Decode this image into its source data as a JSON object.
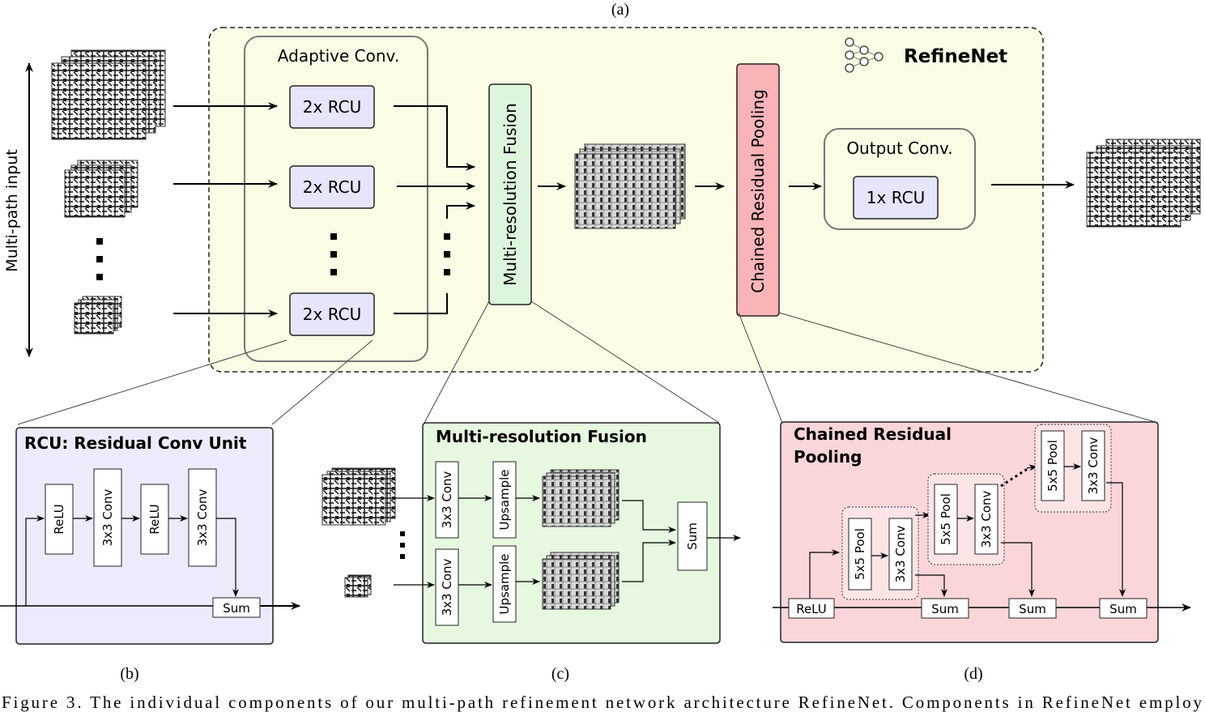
{
  "panel_labels": {
    "a": "(a)",
    "b": "(b)",
    "c": "(c)",
    "d": "(d)"
  },
  "main": {
    "side_label": "Multi-path input",
    "adaptive_title": "Adaptive Conv.",
    "rcu_labels": [
      "2x RCU",
      "2x RCU",
      "2x RCU"
    ],
    "fusion_label": "Multi-resolution Fusion",
    "crp_label": "Chained Residual Pooling",
    "output_title": "Output Conv.",
    "output_rcu": "1x RCU",
    "brand": "RefineNet"
  },
  "rcu_panel": {
    "title": "RCU: Residual Conv Unit",
    "blocks": [
      "ReLU",
      "3x3 Conv",
      "ReLU",
      "3x3 Conv"
    ],
    "sum": "Sum"
  },
  "fusion_panel": {
    "title": "Multi-resolution Fusion",
    "conv_top": "3x3 Conv",
    "conv_bottom": "3x3 Conv",
    "up_top": "Upsample",
    "up_bottom": "Upsample",
    "sum": "Sum"
  },
  "crp_panel": {
    "title_line1": "Chained Residual",
    "title_line2": "Pooling",
    "relu": "ReLU",
    "pool": [
      "5x5 Pool",
      "5x5 Pool",
      "5x5 Pool"
    ],
    "conv": [
      "3x3 Conv",
      "3x3 Conv",
      "3x3 Conv"
    ],
    "sums": [
      "Sum",
      "Sum",
      "Sum"
    ]
  },
  "caption": "Figure 3. The individual components of our multi-path refinement network architecture RefineNet. Components in RefineNet employ",
  "colors": {
    "main_bg": "#fcfce6",
    "rcu_fill": "#ebebfb",
    "fusion_fill": "#e6f9e0",
    "crp_fill": "#fbd6d8",
    "crp_box": "#fab4b8",
    "fusion_box": "#dcf5dc",
    "rcu_box": "#e6e6fa",
    "outline": "#666666"
  }
}
